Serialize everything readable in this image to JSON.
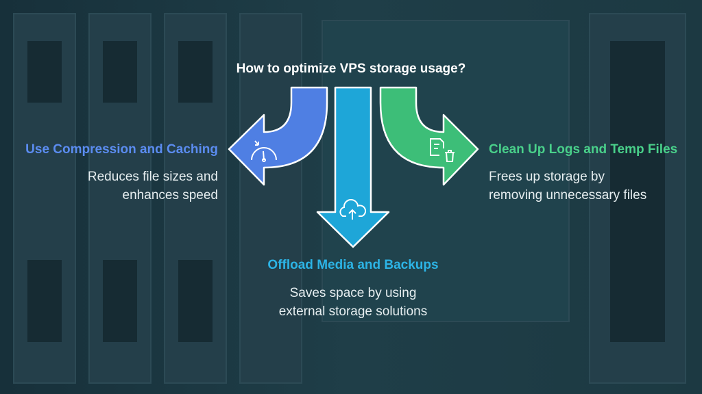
{
  "title": "How to optimize VPS storage usage?",
  "colors": {
    "left": "#4f7fe3",
    "middle": "#1ea6d8",
    "right": "#3dbe78",
    "background": "#1b3640"
  },
  "items": [
    {
      "heading": "Use Compression and Caching",
      "line1": "Reduces file sizes and",
      "line2": "enhances speed",
      "icon": "speedometer-icon"
    },
    {
      "heading": "Offload Media and Backups",
      "line1": "Saves space by using",
      "line2": "external storage solutions",
      "icon": "cloud-upload-icon"
    },
    {
      "heading": "Clean Up Logs and Temp Files",
      "line1": "Frees up storage by",
      "line2": "removing unnecessary files",
      "icon": "document-delete-icon"
    }
  ]
}
